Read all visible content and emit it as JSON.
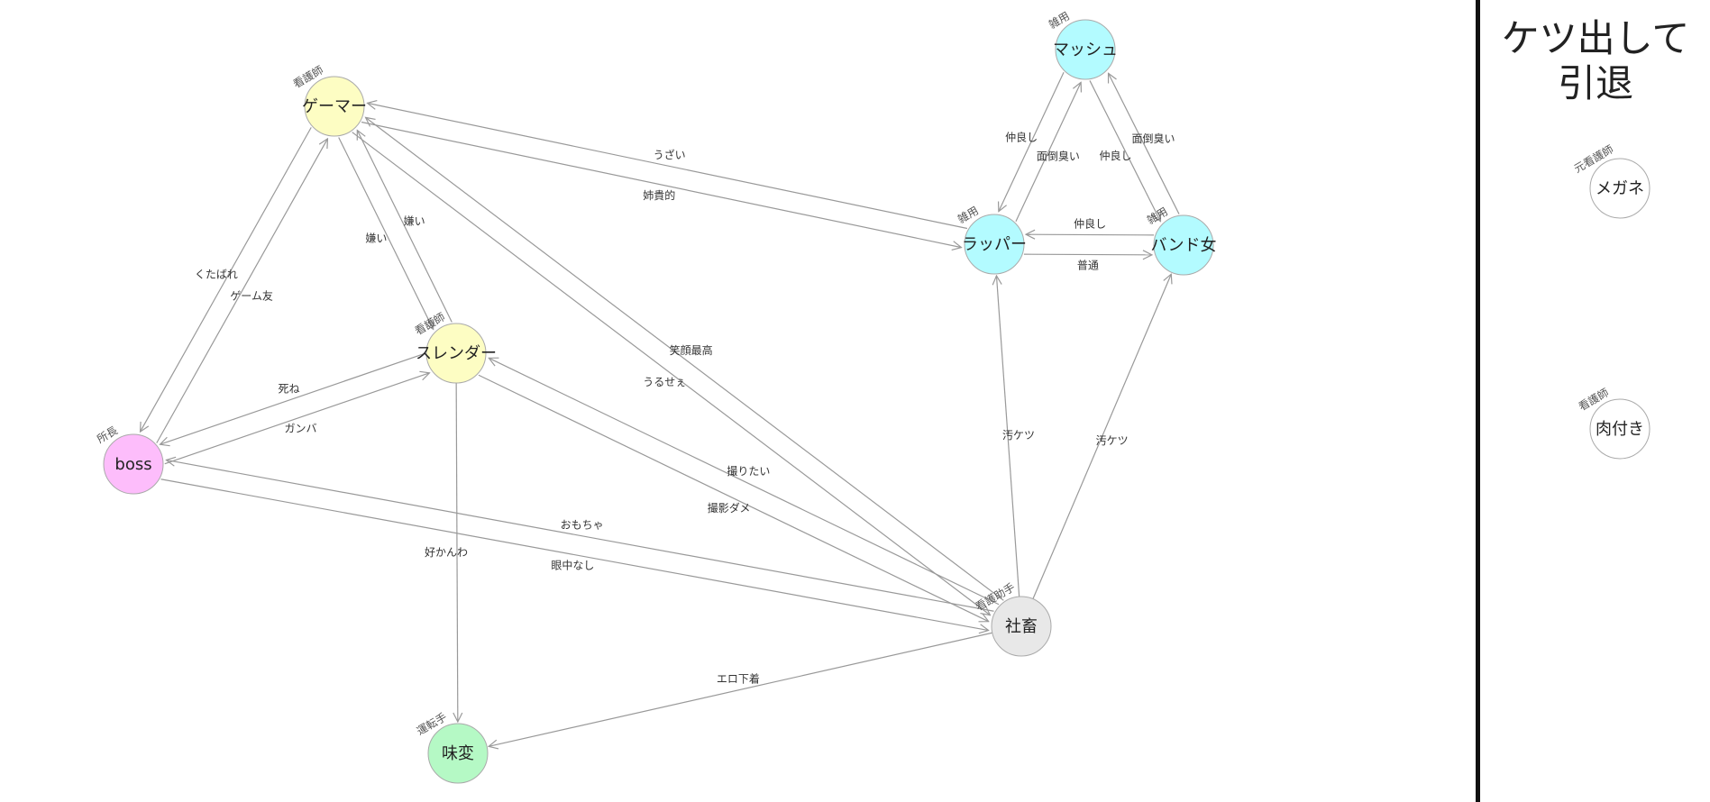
{
  "colors": {
    "yellow": "#fdfdc3",
    "cyan": "#b3fbff",
    "pink": "#fdbdfb",
    "gray": "#e8e8e8",
    "green": "#b5f9c5",
    "white": "#ffffff"
  },
  "nodes": [
    {
      "id": "gamer",
      "label": "ゲーマー",
      "role": "看護師",
      "color": "yellow"
    },
    {
      "id": "slender",
      "label": "スレンダー",
      "role": "看護師",
      "color": "yellow"
    },
    {
      "id": "boss",
      "label": "boss",
      "role": "所長",
      "color": "pink"
    },
    {
      "id": "ajihen",
      "label": "味変",
      "role": "運転手",
      "color": "green"
    },
    {
      "id": "shachiku",
      "label": "社畜",
      "role": "看護助手",
      "color": "gray"
    },
    {
      "id": "mash",
      "label": "マッシュ",
      "role": "雑用",
      "color": "cyan"
    },
    {
      "id": "rapper",
      "label": "ラッパー",
      "role": "雑用",
      "color": "cyan"
    },
    {
      "id": "bandwoman",
      "label": "バンド女",
      "role": "雑用",
      "color": "cyan"
    }
  ],
  "edges": [
    {
      "from": "rapper",
      "to": "gamer",
      "label": "うざい"
    },
    {
      "from": "gamer",
      "to": "rapper",
      "label": "姉貴的"
    },
    {
      "from": "gamer",
      "to": "boss",
      "label": "くたばれ"
    },
    {
      "from": "boss",
      "to": "gamer",
      "label": "ゲーム友"
    },
    {
      "from": "gamer",
      "to": "slender",
      "label": "嫌い"
    },
    {
      "from": "slender",
      "to": "gamer",
      "label": "嫌い"
    },
    {
      "from": "shachiku",
      "to": "gamer",
      "label": "笑顔最高"
    },
    {
      "from": "gamer",
      "to": "shachiku",
      "label": "うるせぇ"
    },
    {
      "from": "slender",
      "to": "boss",
      "label": "死ね"
    },
    {
      "from": "boss",
      "to": "slender",
      "label": "ガンバ"
    },
    {
      "from": "shachiku",
      "to": "slender",
      "label": "撮りたい"
    },
    {
      "from": "slender",
      "to": "shachiku",
      "label": "撮影ダメ"
    },
    {
      "from": "shachiku",
      "to": "boss",
      "label": "おもちゃ"
    },
    {
      "from": "boss",
      "to": "shachiku",
      "label": "眼中なし"
    },
    {
      "from": "slender",
      "to": "ajihen",
      "label": "好かんわ"
    },
    {
      "from": "shachiku",
      "to": "ajihen",
      "label": "エロ下着"
    },
    {
      "from": "shachiku",
      "to": "rapper",
      "label": "汚ケツ"
    },
    {
      "from": "shachiku",
      "to": "bandwoman",
      "label": "汚ケツ"
    },
    {
      "from": "mash",
      "to": "rapper",
      "label": "仲良し"
    },
    {
      "from": "rapper",
      "to": "mash",
      "label": "面倒臭い"
    },
    {
      "from": "mash",
      "to": "bandwoman",
      "label": "仲良し"
    },
    {
      "from": "bandwoman",
      "to": "mash",
      "label": "面倒臭い"
    },
    {
      "from": "bandwoman",
      "to": "rapper",
      "label": "仲良し"
    },
    {
      "from": "rapper",
      "to": "bandwoman",
      "label": "普通"
    }
  ],
  "retired": {
    "title_line1": "ケツ出して",
    "title_line2": "引退",
    "nodes": [
      {
        "id": "megane",
        "label": "メガネ",
        "role": "元看護師",
        "color": "white"
      },
      {
        "id": "nikutsuki",
        "label": "肉付き",
        "role": "看護師",
        "color": "white"
      }
    ]
  }
}
